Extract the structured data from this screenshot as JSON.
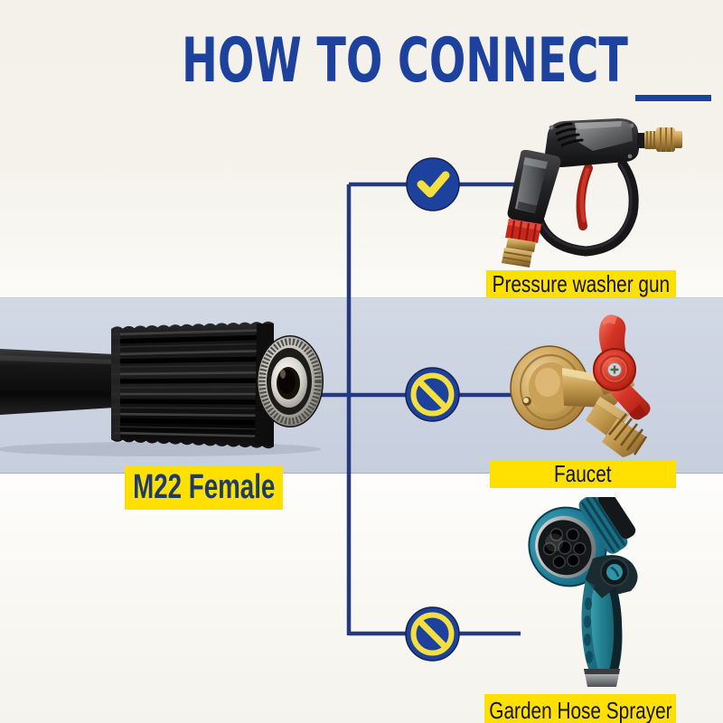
{
  "page": {
    "title": "HOW TO CONNECT"
  },
  "colors": {
    "title_blue": "#1d429e",
    "line_navy": "#22408f",
    "badge_blue": "#1d429e",
    "mark_yellow": "#f5df40",
    "label_yellow": "#ffe000",
    "band_blue": "#ccd4e2",
    "background": "#f5f2ec"
  },
  "connector": {
    "label": "M22 Female"
  },
  "items": [
    {
      "label": "Pressure washer gun",
      "compatible": true,
      "mark": "check"
    },
    {
      "label": "Faucet",
      "compatible": false,
      "mark": "no"
    },
    {
      "label": "Garden Hose Sprayer",
      "compatible": false,
      "mark": "no"
    }
  ]
}
